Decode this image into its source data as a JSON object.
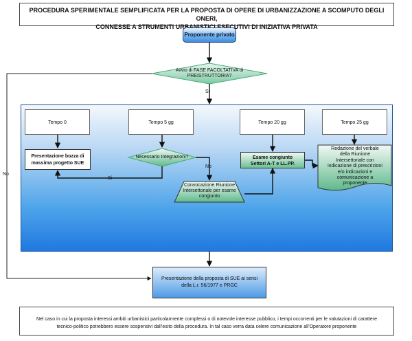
{
  "title": {
    "line1": "PROCEDURA SPERIMENTALE SEMPLIFICATA PER LA PROPOSTA DI OPERE DI URBANIZZAZIONE A SCOMPUTO DEGLI ONERI,",
    "line2": "CONNESSE A STRUMENTI URBANISTICI ESECUTIVI DI INIZIATIVA PRIVATA"
  },
  "start": "Proponente privato",
  "decision_main": {
    "line1": "Avvio di FASE FACOLTATIVA di",
    "line2": "PREISTRUTTORIA?",
    "yes": "Si",
    "no": "No"
  },
  "times": [
    "Tempo 0",
    "Tempo 5 gg",
    "Tempo 20 gg",
    "Tempo 25 gg"
  ],
  "proposal_box": {
    "line1": "Presentazione bozza di",
    "line2": "massima progetto SUE"
  },
  "decision_integr": {
    "label": "Necessario Integrazioni?",
    "yes": "Si",
    "no": "No"
  },
  "convocation": {
    "line1": "Convocazione Riunione",
    "line2": "Intersettoriale per esame",
    "line3": "congiunto"
  },
  "joint_exam": {
    "line1": "Esame congiunto",
    "line2": "Settori A-T e LL.PP."
  },
  "report": {
    "lines": [
      "Redazione del verbale",
      "della Riunione",
      "Intersettoriale  con",
      "indicazione di prescrizioni",
      "e/o indicazioni e",
      "comunicazione a",
      "proponente"
    ]
  },
  "final_box": {
    "line1": "Presentazione della proposta di SUE ai sensi",
    "line2": "della L.r. 56/1977 e PRGC"
  },
  "note": {
    "line1": "Nel caso in cui la proposta interessi ambiti urbanistici particolarmente complessi o di notevole interesse pubblico, i tempi occorrenti per le valutazioni di carattere",
    "line2": "tecnico-politico potrebbero essere sospensivi dall'esito della procedura. In tal caso verra data celere comunicazione all'Operatore proponente"
  }
}
